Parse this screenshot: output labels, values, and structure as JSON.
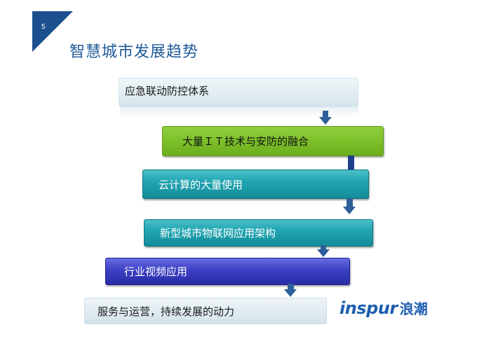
{
  "slide": {
    "page_number": "5",
    "title": "智慧城市发展趋势"
  },
  "steps": [
    {
      "label": "应急联动防控体系"
    },
    {
      "label": "大量ＩＴ技术与安防的融合"
    },
    {
      "label": "云计算的大量使用"
    },
    {
      "label": "新型城市物联网应用架构"
    },
    {
      "label": "行业视频应用"
    },
    {
      "label": "服务与运营，持续发展的动力"
    }
  ],
  "logo": {
    "brand_en": "inspur",
    "brand_cn": "浪潮"
  },
  "colors": {
    "accent_blue": "#1d4f8f",
    "title_blue": "#1f5a99",
    "green": "#7ec22b",
    "teal": "#21a5b2",
    "indigo": "#3b3fc4"
  }
}
